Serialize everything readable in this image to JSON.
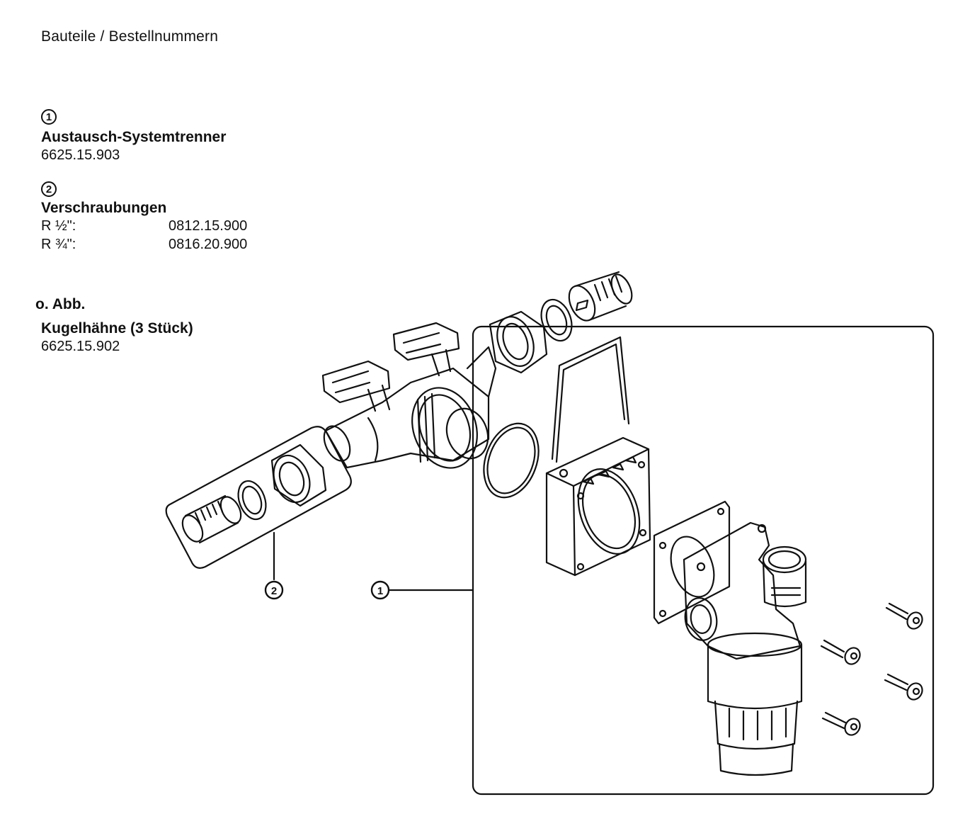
{
  "page_title": "Bauteile / Bestellnummern",
  "parts": [
    {
      "marker": "1",
      "name": "Austausch-Systemtrenner",
      "number": "6625.15.903"
    },
    {
      "marker": "2",
      "name": "Verschraubungen",
      "variants": [
        {
          "label": "R ½\":",
          "number": "0812.15.900"
        },
        {
          "label": "R ¾\":",
          "number": "0816.20.900"
        }
      ]
    }
  ],
  "not_shown": {
    "heading": "o. Abb.",
    "name": "Kugelhähne (3 Stück)",
    "number": "6625.15.902"
  },
  "callouts": {
    "left": "2",
    "right": "1"
  }
}
